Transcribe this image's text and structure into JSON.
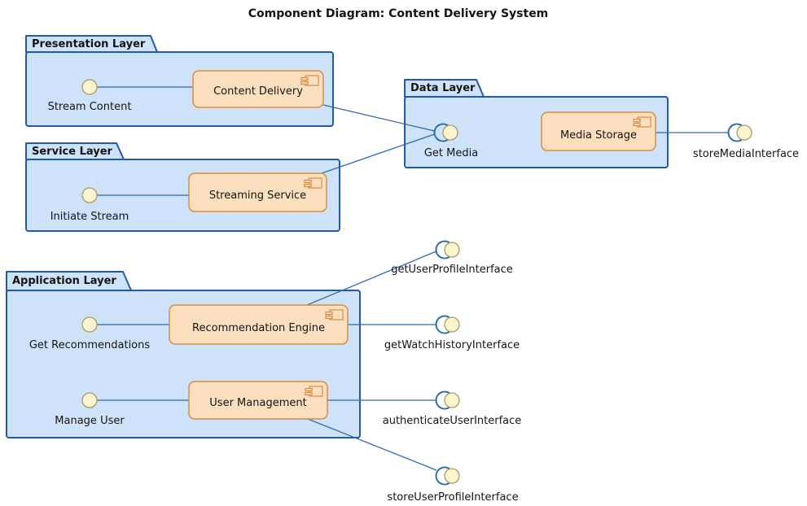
{
  "title": "Component Diagram: Content Delivery System",
  "colors": {
    "background": "#FFFFFF",
    "text": "#141414",
    "package_fill": "#CEE3F9",
    "package_border": "#2458A8",
    "component_fill": "#FCDFBE",
    "component_border": "#D78E45",
    "interface_fill": "#FCF4CE",
    "interface_border": "#A89B62",
    "connector": "#2A6CAE"
  },
  "packages": [
    {
      "label": "Presentation Layer"
    },
    {
      "label": "Service Layer"
    },
    {
      "label": "Data Layer"
    },
    {
      "label": "Application Layer"
    }
  ],
  "components": [
    {
      "label": "Content Delivery"
    },
    {
      "label": "Streaming Service"
    },
    {
      "label": "Media Storage"
    },
    {
      "label": "Recommendation Engine"
    },
    {
      "label": "User Management"
    }
  ],
  "interfaces": [
    {
      "label": "Stream Content",
      "kind": "provided"
    },
    {
      "label": "Initiate Stream",
      "kind": "provided"
    },
    {
      "label": "Get Recommendations",
      "kind": "provided"
    },
    {
      "label": "Manage User",
      "kind": "provided"
    },
    {
      "label": "Get Media",
      "kind": "required-socket"
    },
    {
      "label": "storeMediaInterface",
      "kind": "required-socket"
    },
    {
      "label": "getUserProfileInterface",
      "kind": "required-socket"
    },
    {
      "label": "getWatchHistoryInterface",
      "kind": "required-socket"
    },
    {
      "label": "authenticateUserInterface",
      "kind": "required-socket"
    },
    {
      "label": "storeUserProfileInterface",
      "kind": "required-socket"
    }
  ]
}
